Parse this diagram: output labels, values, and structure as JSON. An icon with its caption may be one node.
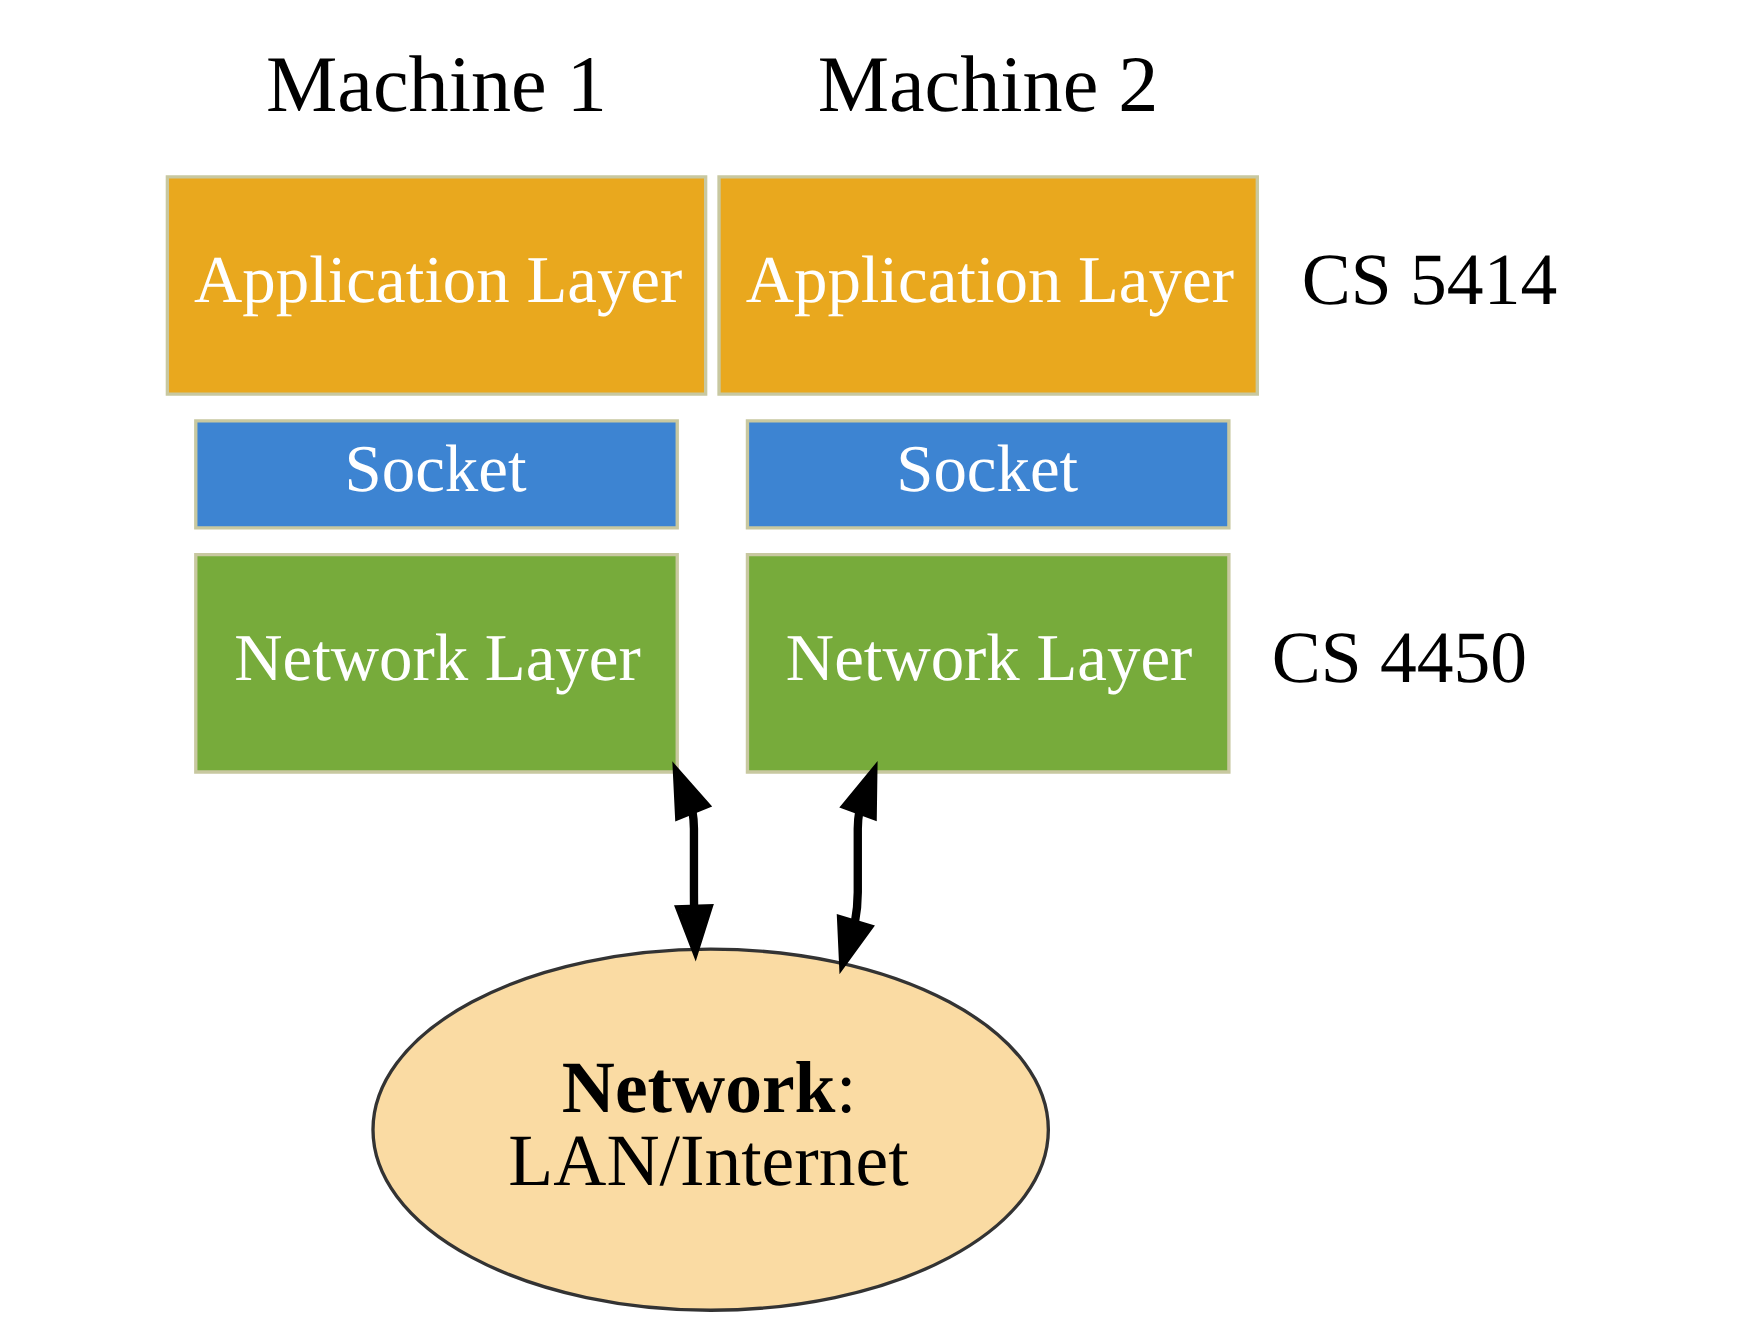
{
  "diagram": {
    "nodes": [
      {
        "text": [
          "Machine 1"
        ]
      },
      {
        "text": [
          "Application Layer"
        ]
      },
      {
        "text": [
          "Socket"
        ]
      },
      {
        "text": [
          "Network Layer"
        ]
      },
      {
        "text": [
          "Machine 2"
        ]
      },
      {
        "text": [
          "Application Layer"
        ]
      },
      {
        "text": [
          "Socket"
        ]
      },
      {
        "text": [
          "Network Layer"
        ]
      },
      {
        "text": [
          "**Network**: LAN/Internet"
        ]
      }
    ],
    "edges": [
      {
        "from": 3,
        "to": 8,
        "arrow": "both"
      },
      {
        "from": 7,
        "to": 8,
        "arrow": "both"
      }
    ],
    "labels": [
      "CS 5414",
      "CS 4450"
    ]
  }
}
